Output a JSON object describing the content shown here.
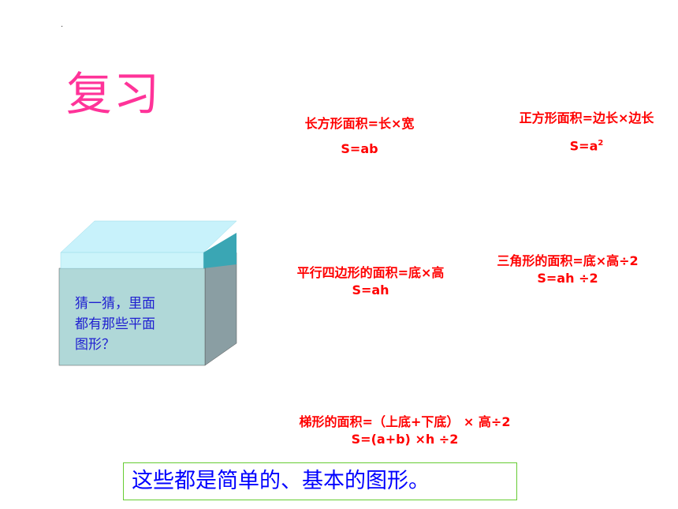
{
  "slide": {
    "marker": ".",
    "title": "复习",
    "formulas": {
      "rectangle": {
        "name": "长方形面积=长×宽",
        "expr": "S=ab"
      },
      "square": {
        "name": "正方形面积=边长×边长",
        "expr_base": "S=a",
        "expr_exp": "2"
      },
      "parallelogram": {
        "name": "平行四边形的面积=底×高",
        "expr": "S=ah"
      },
      "triangle": {
        "name": "三角形的面积=底×高÷2",
        "expr": "S=ah ÷2"
      },
      "trapezoid": {
        "name": "梯形的面积=（上底+下底） × 高÷2",
        "expr": "S=(a+b) ×h ÷2"
      }
    },
    "box_question": [
      "猜一猜，里面",
      "都有那些平面",
      "图形？"
    ],
    "summary": "这些都是简单的、基本的图形。",
    "colors": {
      "title": "#ff3399",
      "formula": "#ff0000",
      "question": "#1f1fd0",
      "summary_text": "#0000ff",
      "summary_border": "#66cc33",
      "box_front": "#b0d8d8",
      "box_side": "#8a9ea3",
      "lid_front": "#ccf4fa",
      "lid_top": "#c8f2fb",
      "lid_side": "#3aa6b4"
    }
  }
}
